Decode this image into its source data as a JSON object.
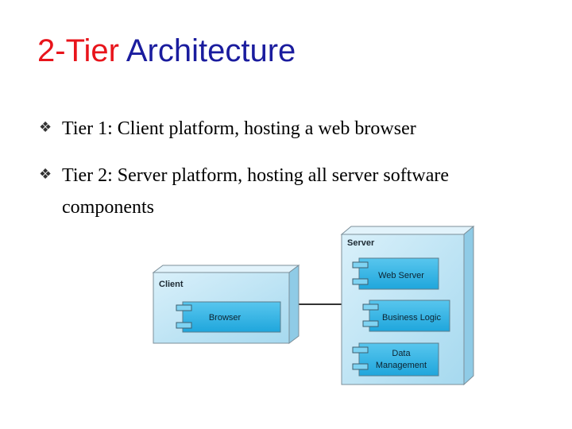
{
  "slide": {
    "title_part1": "2-Tier",
    "title_part2": "Architecture"
  },
  "bullets": [
    {
      "glyph": "❖",
      "text": "Tier 1: Client platform, hosting a web browser"
    },
    {
      "glyph": "❖",
      "text": "Tier 2: Server platform, hosting all server software components"
    }
  ],
  "diagram": {
    "client_node": "Client",
    "browser_component": "Browser",
    "server_node": "Server",
    "web_server_component": "Web Server",
    "business_logic_component": "Business Logic",
    "data_management_line1": "Data",
    "data_management_line2": "Management"
  },
  "colors": {
    "title_red": "#e8141b",
    "title_blue": "#1a1c9e",
    "node_fill": "#bfe4f4",
    "component_fill": "#35b6e6"
  }
}
